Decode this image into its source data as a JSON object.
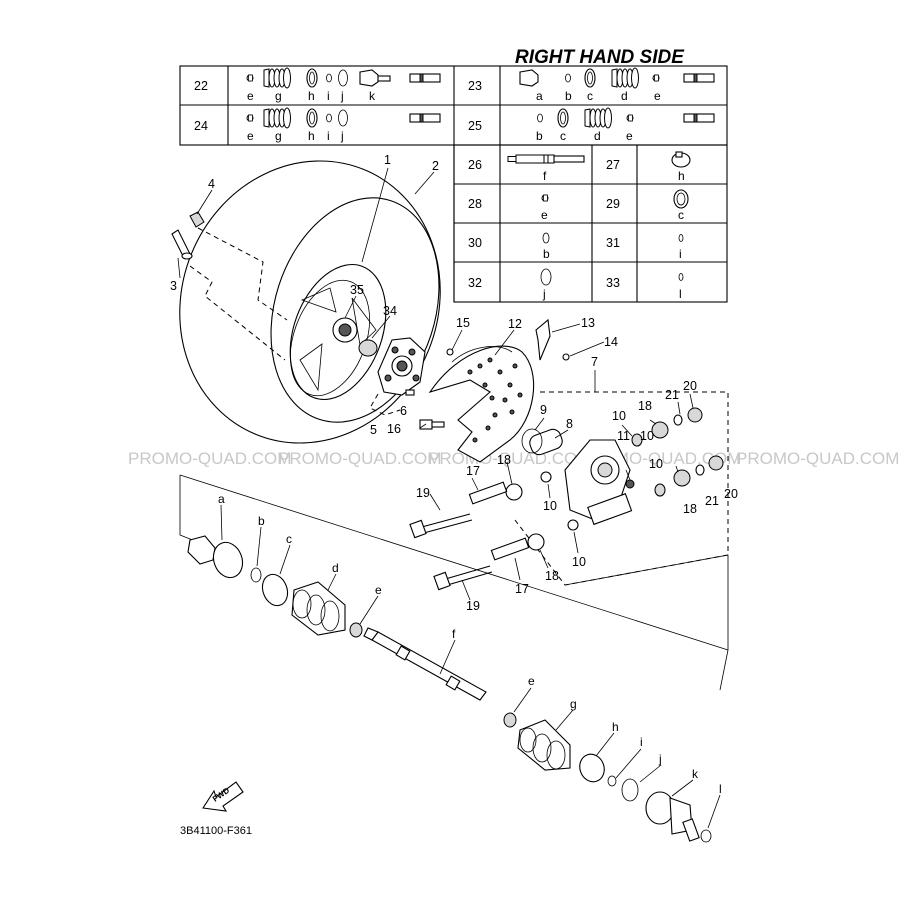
{
  "title": "RIGHT HAND SIDE",
  "diagram_code": "3B41100-F361",
  "watermark": "PROMO-QUAD.COM",
  "fwd_label": "FWD",
  "table": {
    "wide_rows": [
      {
        "num": "22",
        "letters": [
          "e",
          "g",
          "h",
          "i",
          "j",
          "k"
        ]
      },
      {
        "num": "24",
        "letters": [
          "e",
          "g",
          "h",
          "i",
          "j"
        ]
      }
    ],
    "right_wide_rows": [
      {
        "num": "23",
        "letters": [
          "a",
          "b",
          "c",
          "d",
          "e"
        ]
      },
      {
        "num": "25",
        "letters": [
          "b",
          "c",
          "d",
          "e"
        ]
      }
    ],
    "split_rows": [
      {
        "left": {
          "num": "26",
          "letter": "f"
        },
        "right": {
          "num": "27",
          "letter": "h"
        }
      },
      {
        "left": {
          "num": "28",
          "letter": "e"
        },
        "right": {
          "num": "29",
          "letter": "c"
        }
      },
      {
        "left": {
          "num": "30",
          "letter": "b"
        },
        "right": {
          "num": "31",
          "letter": "i"
        }
      },
      {
        "left": {
          "num": "32",
          "letter": "j"
        },
        "right": {
          "num": "33",
          "letter": "l"
        }
      }
    ]
  },
  "callouts": {
    "n1": "1",
    "n2": "2",
    "n3": "3",
    "n4": "4",
    "n5": "5",
    "n6": "6",
    "n7": "7",
    "n8": "8",
    "n9": "9",
    "n10a": "10",
    "n10b": "10",
    "n10c": "10",
    "n10d": "10",
    "n10e": "10",
    "n11": "11",
    "n12": "12",
    "n13": "13",
    "n14": "14",
    "n15": "15",
    "n16": "16",
    "n17a": "17",
    "n17b": "17",
    "n18a": "18",
    "n18b": "18",
    "n18c": "18",
    "n18d": "18",
    "n19a": "19",
    "n19b": "19",
    "n20a": "20",
    "n20b": "20",
    "n21a": "21",
    "n21b": "21",
    "n34": "34",
    "n35": "35",
    "la": "a",
    "lb": "b",
    "lc": "c",
    "ld": "d",
    "le1": "e",
    "lf": "f",
    "le2": "e",
    "lg": "g",
    "lh": "h",
    "li": "i",
    "lj": "j",
    "lk": "k",
    "ll": "l"
  }
}
